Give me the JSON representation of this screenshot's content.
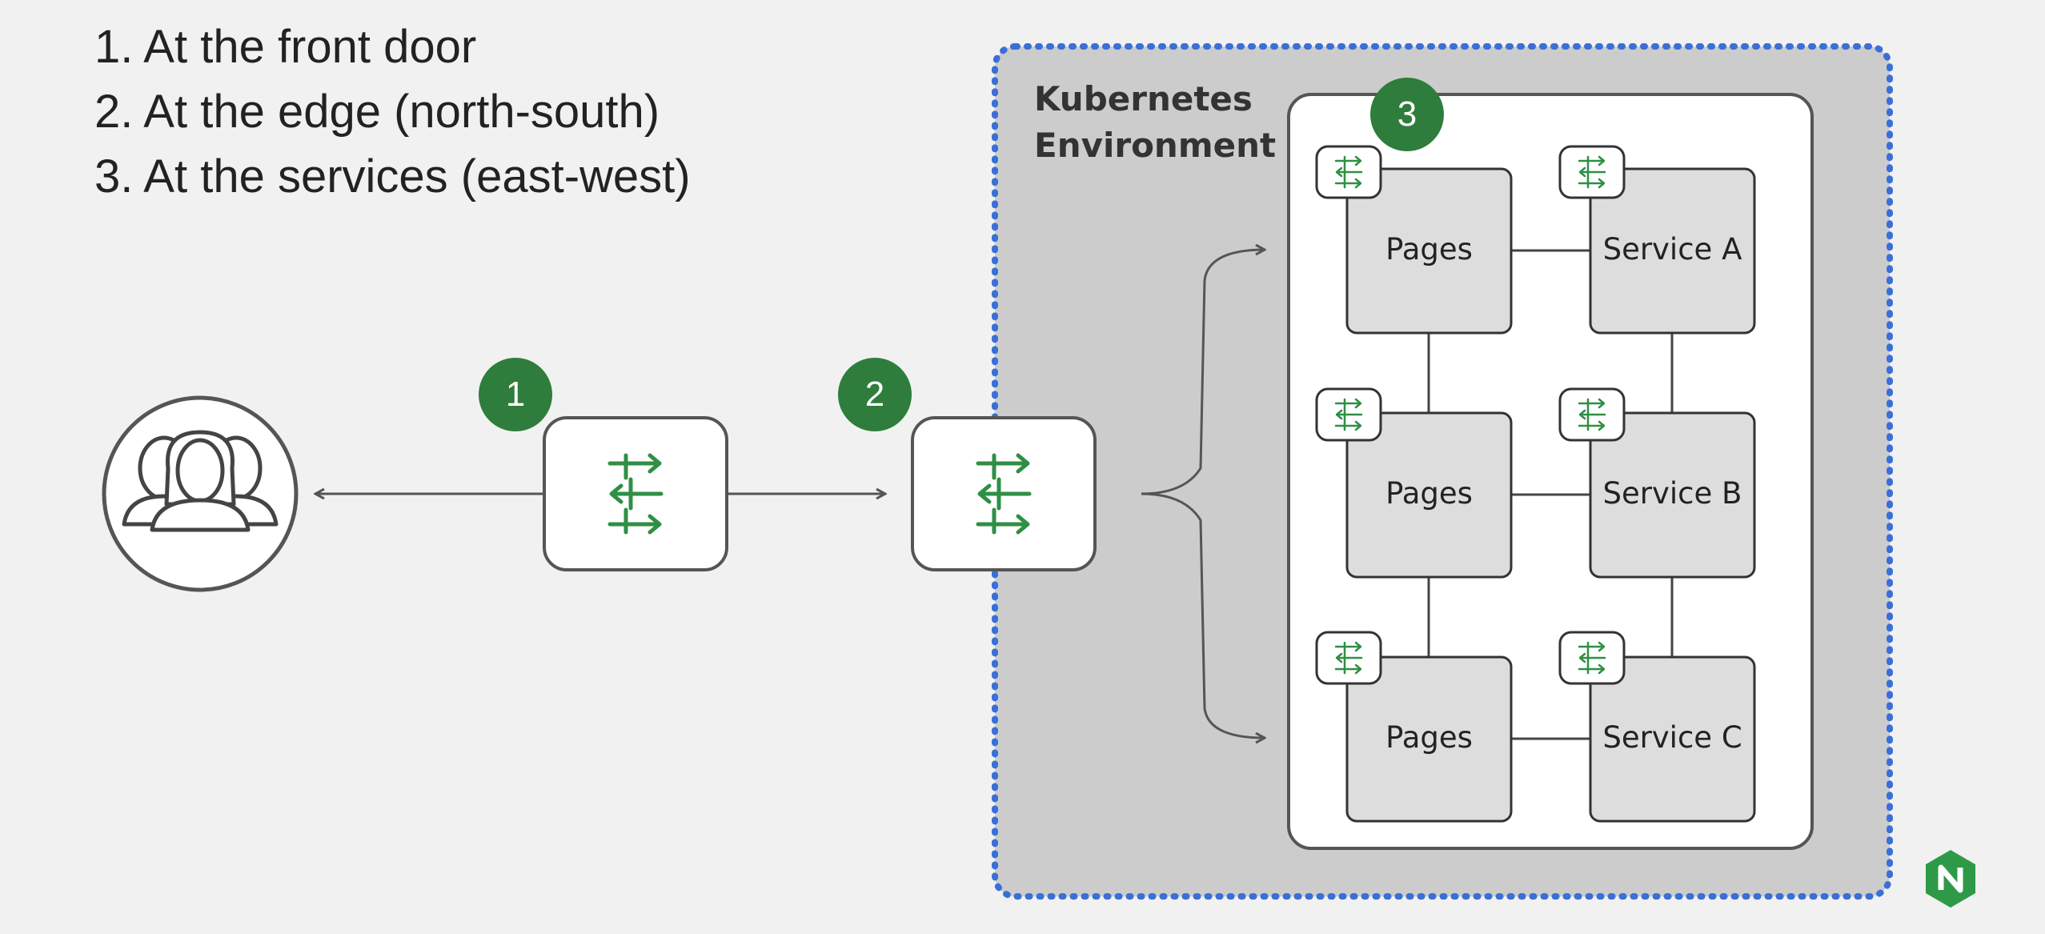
{
  "bullets": [
    "1. At the front door",
    "2. At the edge (north-south)",
    "3. At the services (east-west)"
  ],
  "environment": {
    "title_line1": "Kubernetes",
    "title_line2": "Environment"
  },
  "nodes": {
    "pages_1": "Pages",
    "pages_2": "Pages",
    "pages_3": "Pages",
    "service_a": "Service A",
    "service_b": "Service B",
    "service_c": "Service C"
  },
  "badges": {
    "front_door": "1",
    "edge": "2",
    "services": "3"
  },
  "icons": {
    "users": "users-group-icon",
    "proxy": "nginx-proxy-arrows-icon",
    "sidecar": "sidecar-proxy-icon",
    "logo": "nginx-logo-icon"
  },
  "colors": {
    "badge_green": "#2e7d3c",
    "border_blue": "#3a6fd8",
    "k8s_bg": "#cccccc",
    "node_bg": "#dddddd"
  }
}
